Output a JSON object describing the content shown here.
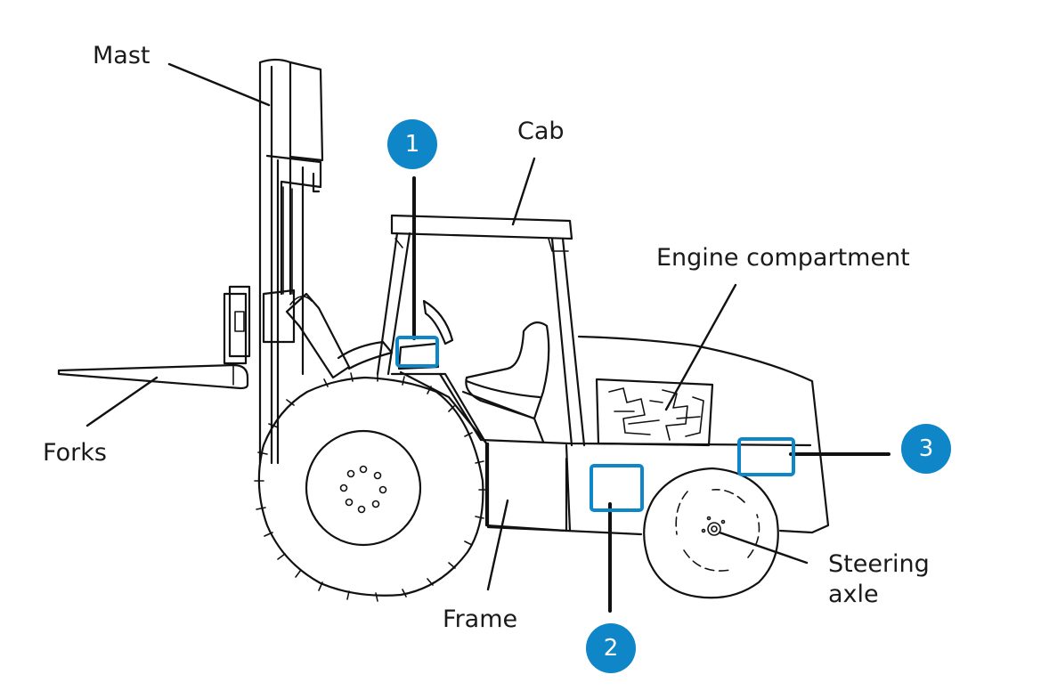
{
  "labels": {
    "mast": "Mast",
    "cab": "Cab",
    "engine_compartment": "Engine compartment",
    "forks": "Forks",
    "frame": "Frame",
    "steering_axle_line1": "Steering",
    "steering_axle_line2": "axle"
  },
  "callouts": [
    "1",
    "2",
    "3"
  ],
  "colors": {
    "callout_fill": "#0e86c8",
    "highlight_box": "#0e86c8",
    "line_art": "#111111",
    "background": "#ffffff"
  }
}
